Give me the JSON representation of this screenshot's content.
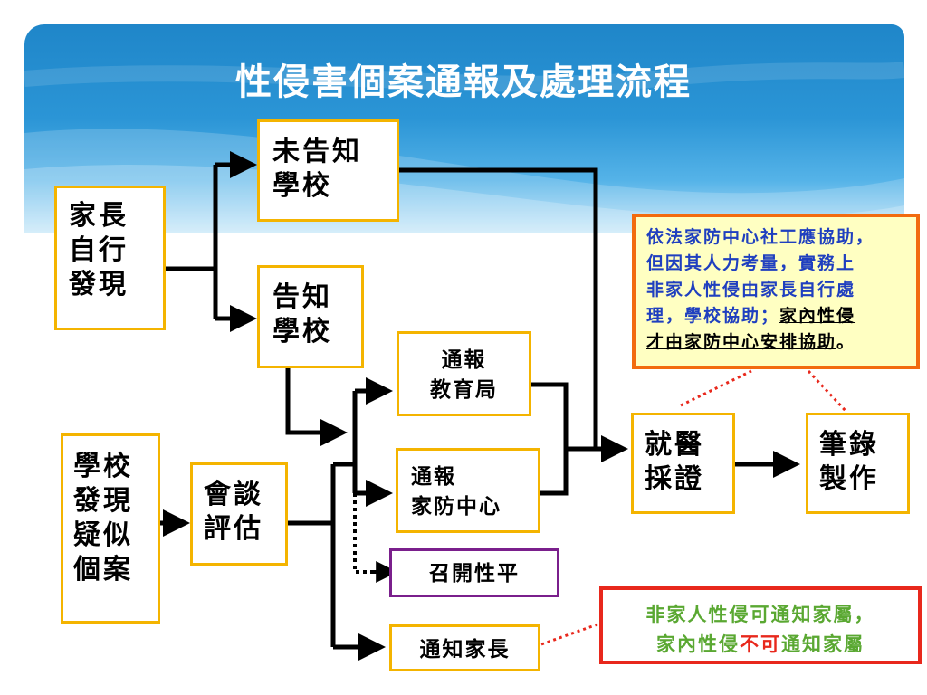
{
  "title": "性侵害個案通報及處理流程",
  "nodes": {
    "parent_found": [
      "家長",
      "自行",
      "發現"
    ],
    "school_not_informed": [
      "未告知",
      "學校"
    ],
    "school_informed": [
      "告知",
      "學校"
    ],
    "report_education_bureau": [
      "通報",
      "教育局"
    ],
    "report_family_center": [
      "通報",
      "家防中心"
    ],
    "school_found": [
      "學校",
      "發現",
      "疑似",
      "個案"
    ],
    "interview_assess": [
      "會談",
      "評估"
    ],
    "gender_equity_meeting": "召開性平",
    "notify_parents": "通知家長",
    "medical_evidence": [
      "就醫",
      "採證"
    ],
    "transcript": [
      "筆錄",
      "製作"
    ]
  },
  "notes": {
    "family_center_note": {
      "line1": "依法家防中心社工應協助，",
      "line2": "但因其人力考量，實務上",
      "line3": "非家人性侵由家長自行處",
      "line4_plain": "理，學校協助；",
      "line4_underlined": "家內性侵",
      "line5_underlined": "才由家防中心安排協助",
      "line5_end": "。"
    },
    "parent_notice_note": {
      "line1": "非家人性侵可通知家屬，",
      "line2_a": "家內性侵",
      "line2_b": "不可",
      "line2_c": "通知家屬"
    }
  },
  "colors": {
    "header_blue": "#1f86c9",
    "box_border": "#f4b400",
    "meeting_border": "#7a1f8c",
    "note_blue_text": "#1f3fbf",
    "note_orange_border": "#f26b0f",
    "note_yellow_fill": "#ffffc2",
    "note_red_border": "#e8281c",
    "note_green_text": "#5aa832",
    "red_text": "#e8281c",
    "dotted_red": "#e8281c"
  }
}
